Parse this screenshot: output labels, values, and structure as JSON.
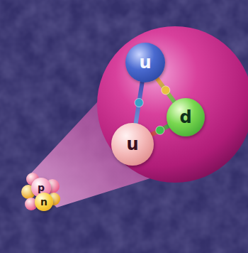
{
  "diagram": {
    "nodes": [
      {
        "text": [
          "u"
        ]
      },
      {
        "text": [
          "d"
        ]
      },
      {
        "text": [
          "u"
        ]
      },
      {
        "text": [
          "p"
        ]
      },
      {
        "text": [
          "n"
        ]
      }
    ],
    "edges": [
      {
        "from": 0,
        "to": 1,
        "arrow": "none"
      },
      {
        "from": 1,
        "to": 2,
        "arrow": "none"
      },
      {
        "from": 0,
        "to": 2,
        "arrow": "none"
      }
    ]
  }
}
